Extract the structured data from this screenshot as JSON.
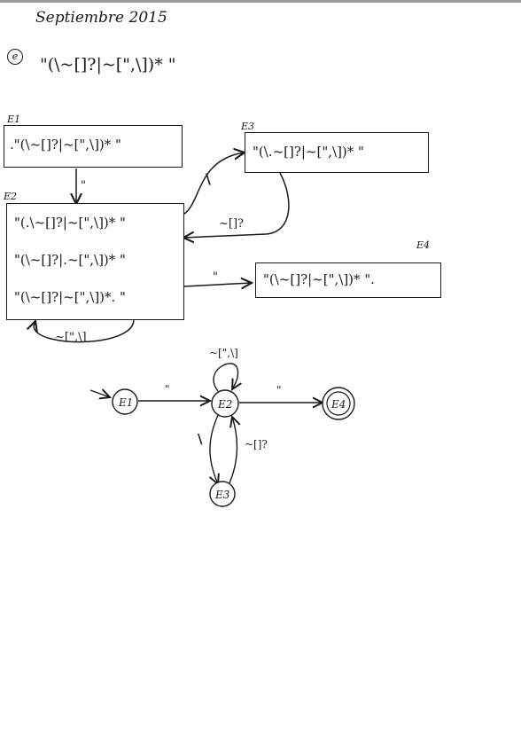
{
  "header": {
    "title": "Septiembre 2015",
    "problem_mark": "e",
    "regex": "\"(\\~[]?|~[\",\\])* \""
  },
  "top_diagram": {
    "states": [
      {
        "id": "E1",
        "label": "E1",
        "content": ".\"(\\~[]?|~[\",\\])* \""
      },
      {
        "id": "E2",
        "label": "E2",
        "lines": [
          "\"(.\\~[]?|~[\",\\])* \"",
          "\"(\\~[]?|.~[\",\\])* \"",
          "\"(\\~[]?|~[\",\\])*. \""
        ]
      },
      {
        "id": "E3",
        "label": "E3",
        "content": "\"(\\.~[]?|~[\",\\])* \""
      },
      {
        "id": "E4",
        "label": "E4",
        "content": "\"(\\~[]?|~[\",\\])* \"."
      }
    ],
    "edges": [
      {
        "from": "E1",
        "to": "E2",
        "label": "\""
      },
      {
        "from": "E2",
        "to": "E3",
        "label": "\\"
      },
      {
        "from": "E3",
        "to": "E2",
        "label": "~[]?"
      },
      {
        "from": "E2",
        "to": "E4",
        "label": "\""
      },
      {
        "from": "E2",
        "to": "E2",
        "label": "~[\",\\]"
      }
    ]
  },
  "automaton": {
    "nodes": [
      {
        "id": "E1",
        "label": "E1",
        "final": false,
        "initial": true
      },
      {
        "id": "E2",
        "label": "E2",
        "final": false,
        "initial": false
      },
      {
        "id": "E3",
        "label": "E3",
        "final": false,
        "initial": false
      },
      {
        "id": "E4",
        "label": "E4",
        "final": true,
        "initial": false
      }
    ],
    "edges": [
      {
        "from": "E1",
        "to": "E2",
        "label": "\""
      },
      {
        "from": "E2",
        "to": "E4",
        "label": "\""
      },
      {
        "from": "E2",
        "to": "E2",
        "label": "~[\",\\]"
      },
      {
        "from": "E2",
        "to": "E3",
        "label": "\\"
      },
      {
        "from": "E3",
        "to": "E2",
        "label": "~[]?"
      }
    ]
  }
}
